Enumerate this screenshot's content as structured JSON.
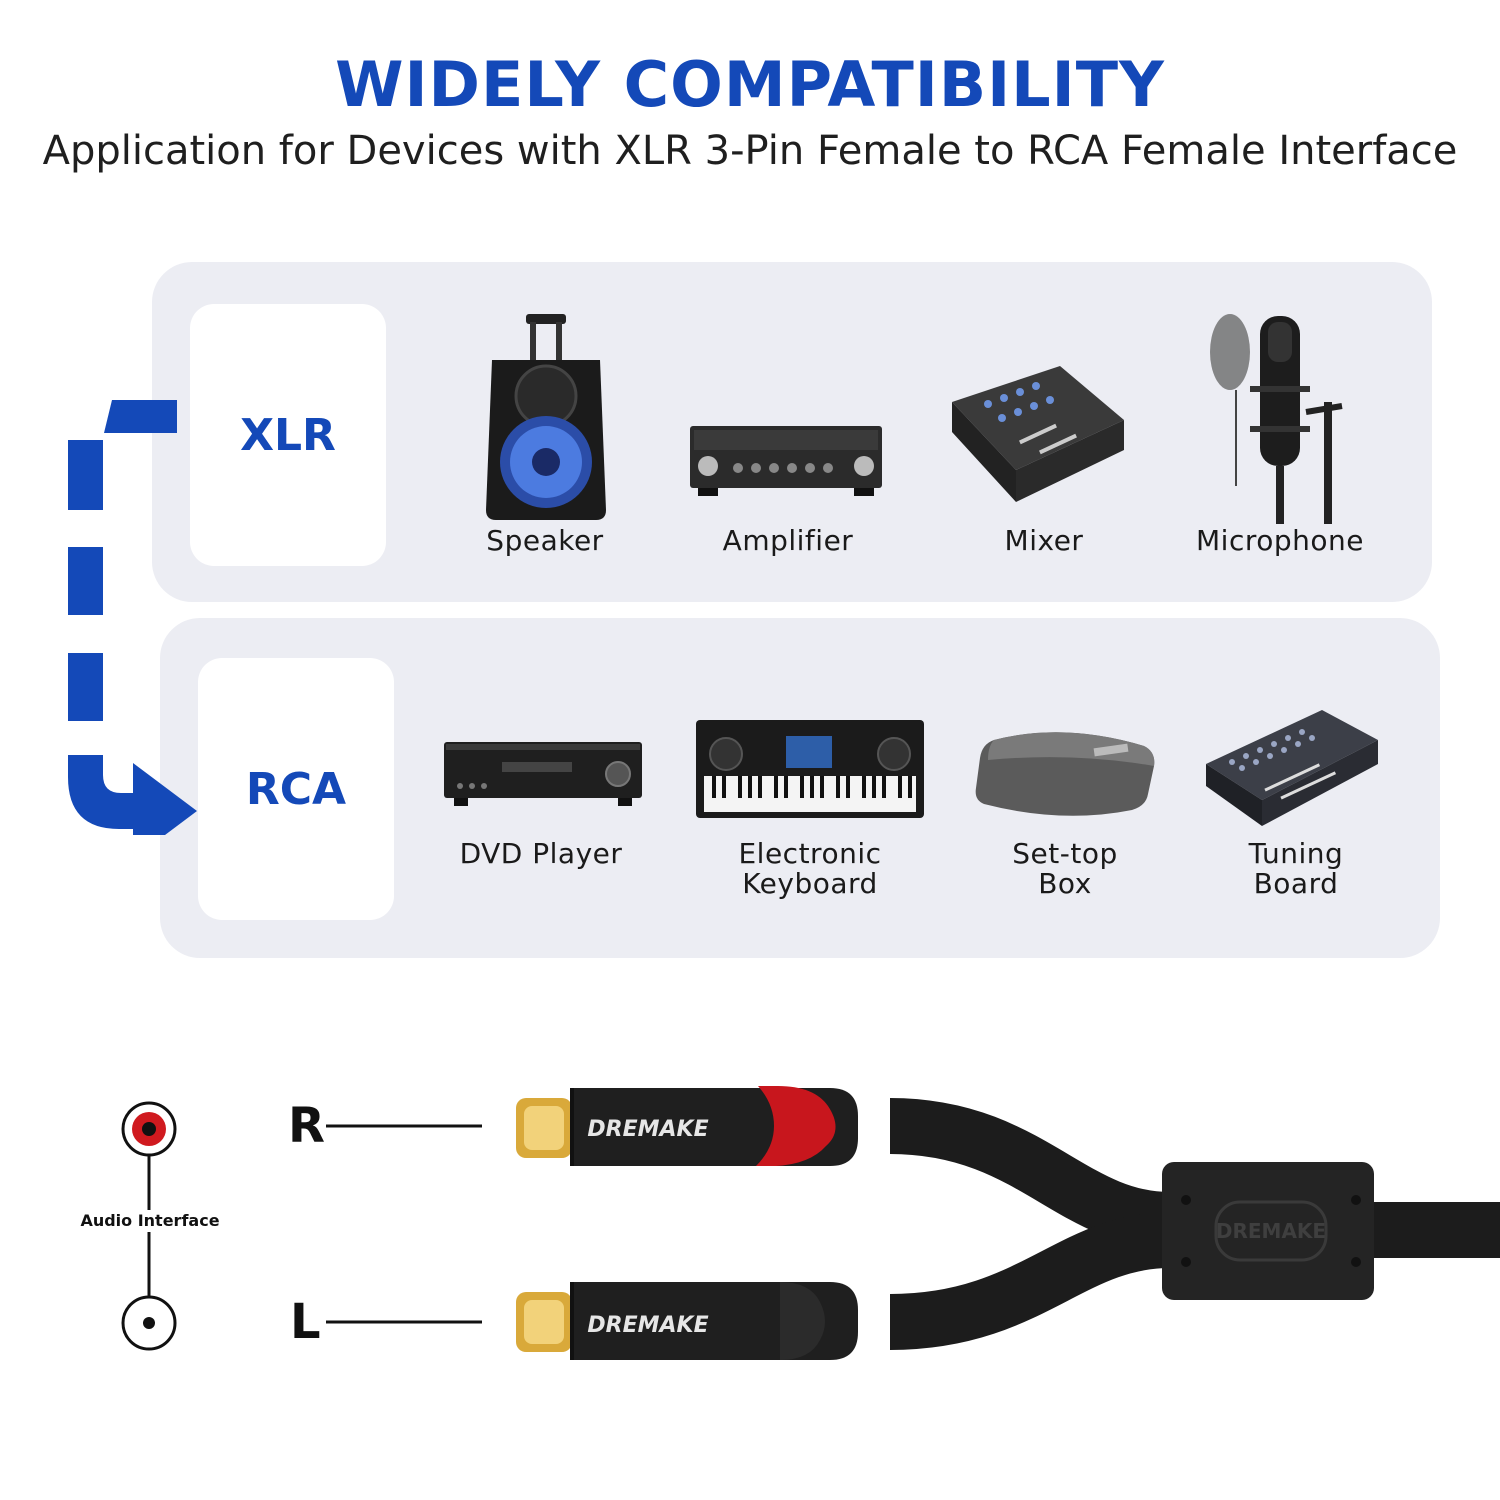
{
  "header": {
    "title": "WIDELY COMPATIBILITY",
    "subtitle": "Application for Devices with XLR 3-Pin Female to RCA Female Interface"
  },
  "xlr_panel": {
    "label": "XLR",
    "devices": [
      {
        "label": "Speaker",
        "icon": "speaker-icon"
      },
      {
        "label": "Amplifier",
        "icon": "amplifier-icon"
      },
      {
        "label": "Mixer",
        "icon": "mixer-icon"
      },
      {
        "label": "Microphone",
        "icon": "microphone-icon"
      }
    ]
  },
  "rca_panel": {
    "label": "RCA",
    "devices": [
      {
        "label": "DVD Player",
        "icon": "dvd-player-icon"
      },
      {
        "label_line1": "Electronic",
        "label_line2": "Keyboard",
        "icon": "keyboard-icon"
      },
      {
        "label_line1": "Set-top",
        "label_line2": "Box",
        "icon": "set-top-box-icon"
      },
      {
        "label_line1": "Tuning",
        "label_line2": "Board",
        "icon": "tuning-board-icon"
      }
    ]
  },
  "cable": {
    "right_label": "R",
    "left_label": "L",
    "interface_label": "Audio Interface",
    "brand": "DREMAKE",
    "colors": {
      "accent_blue": "#1449b8",
      "red": "#c8161d",
      "gold": "#d9a93a",
      "cable": "#1c1c1c"
    }
  }
}
